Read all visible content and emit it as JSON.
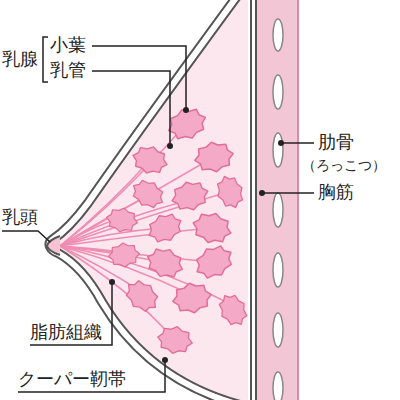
{
  "diagram": {
    "labels": [
      "乳腺",
      "小葉",
      "乳管",
      "乳頭",
      "肋骨",
      "（ろっこつ）",
      "胸筋",
      "脂肪組織",
      "クーパー靭帯"
    ]
  }
}
